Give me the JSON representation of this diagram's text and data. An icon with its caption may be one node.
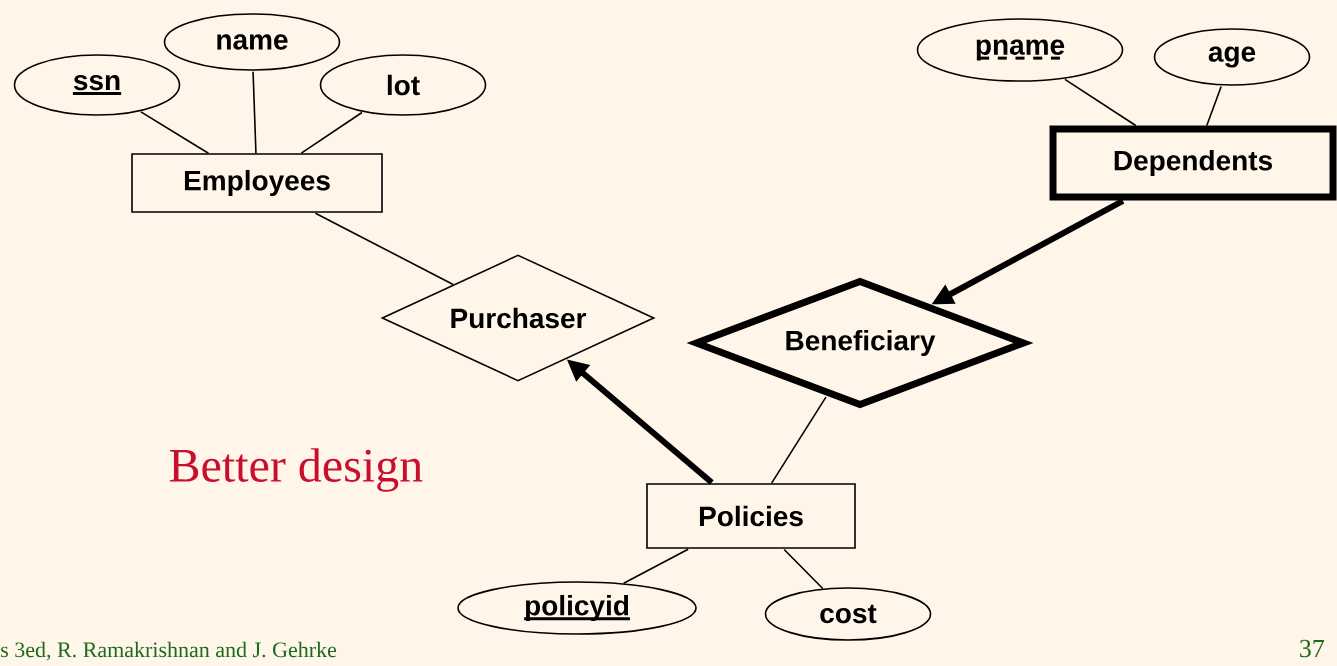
{
  "diagram": {
    "nodes": [
      {
        "text": [
          "ssn"
        ]
      },
      {
        "text": [
          "name"
        ]
      },
      {
        "text": [
          "lot"
        ]
      },
      {
        "text": [
          "Employees"
        ]
      },
      {
        "text": [
          "pname"
        ]
      },
      {
        "text": [
          "age"
        ]
      },
      {
        "text": [
          "Dependents"
        ]
      },
      {
        "text": [
          "Purchaser"
        ]
      },
      {
        "text": [
          "Beneficiary"
        ]
      },
      {
        "text": [
          "Policies"
        ]
      },
      {
        "text": [
          "policyid"
        ]
      },
      {
        "text": [
          "cost"
        ]
      }
    ],
    "edges": [
      {
        "from": 0,
        "to": 3,
        "arrow": "none"
      },
      {
        "from": 1,
        "to": 3,
        "arrow": "none"
      },
      {
        "from": 2,
        "to": 3,
        "arrow": "none"
      },
      {
        "from": 4,
        "to": 6,
        "arrow": "none"
      },
      {
        "from": 5,
        "to": 6,
        "arrow": "none"
      },
      {
        "from": 3,
        "to": 7,
        "arrow": "none"
      },
      {
        "from": 9,
        "to": 7,
        "arrow": "to",
        "style": "thick"
      },
      {
        "from": 6,
        "to": 8,
        "arrow": "to",
        "style": "thick"
      },
      {
        "from": 8,
        "to": 9,
        "arrow": "none"
      },
      {
        "from": 9,
        "to": 10,
        "arrow": "none"
      },
      {
        "from": 9,
        "to": 11,
        "arrow": "none"
      }
    ],
    "labels": [
      "Better design",
      "s 3ed,  R. Ramakrishnan and J. Gehrke",
      "37"
    ]
  }
}
